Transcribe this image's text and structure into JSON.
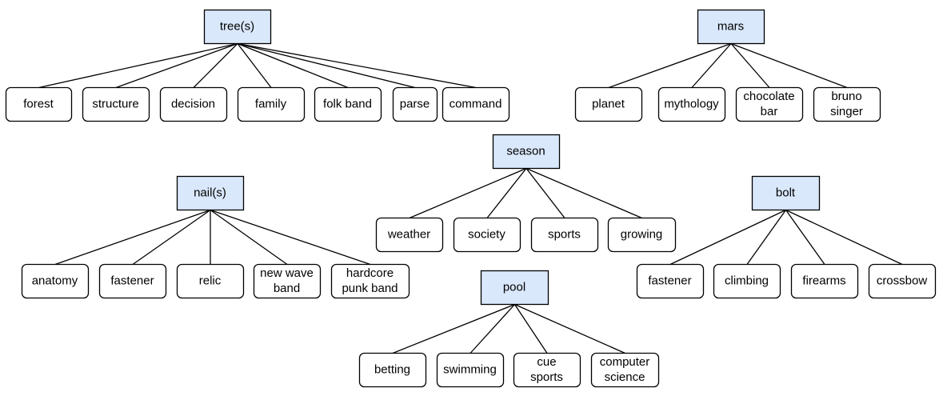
{
  "colors": {
    "root_fill": "#dae8fc",
    "root_stroke": "#6c8ebf",
    "leaf_fill": "#ffffff",
    "leaf_stroke": "#000000"
  },
  "trees": [
    {
      "id": "trees",
      "root": [
        "tree(s)"
      ],
      "children": [
        [
          "forest"
        ],
        [
          "structure"
        ],
        [
          "decision"
        ],
        [
          "family"
        ],
        [
          "folk band"
        ],
        [
          "parse"
        ],
        [
          "command"
        ]
      ]
    },
    {
      "id": "mars",
      "root": [
        "mars"
      ],
      "children": [
        [
          "planet"
        ],
        [
          "mythology"
        ],
        [
          "chocolate",
          "bar"
        ],
        [
          "bruno",
          "singer"
        ]
      ]
    },
    {
      "id": "season",
      "root": [
        "season"
      ],
      "children": [
        [
          "weather"
        ],
        [
          "society"
        ],
        [
          "sports"
        ],
        [
          "growing"
        ]
      ]
    },
    {
      "id": "nails",
      "root": [
        "nail(s)"
      ],
      "children": [
        [
          "anatomy"
        ],
        [
          "fastener"
        ],
        [
          "relic"
        ],
        [
          "new wave",
          "band"
        ],
        [
          "hardcore",
          "punk band"
        ]
      ]
    },
    {
      "id": "bolt",
      "root": [
        "bolt"
      ],
      "children": [
        [
          "fastener"
        ],
        [
          "climbing"
        ],
        [
          "firearms"
        ],
        [
          "crossbow"
        ]
      ]
    },
    {
      "id": "pool",
      "root": [
        "pool"
      ],
      "children": [
        [
          "betting"
        ],
        [
          "swimming"
        ],
        [
          "cue",
          "sports"
        ],
        [
          "computer",
          "science"
        ]
      ]
    }
  ]
}
